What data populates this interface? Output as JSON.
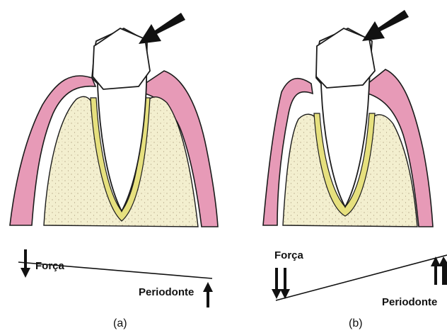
{
  "panel_a": {
    "force_label": "Força",
    "periodontium_label": "Periodonte",
    "caption": "(a)"
  },
  "panel_b": {
    "force_label": "Força",
    "periodontium_label": "Periodonte",
    "caption": "(b)"
  },
  "colors": {
    "gingiva": "#d96a95",
    "bone": "#f3efc6",
    "bone_dark": "#e6e07e",
    "outline": "#1b1b1b",
    "tooth": "#ffffff"
  },
  "icons": [
    "force-arrow-icon",
    "force-down-arrow-icon",
    "periodontium-up-arrow-icon"
  ]
}
